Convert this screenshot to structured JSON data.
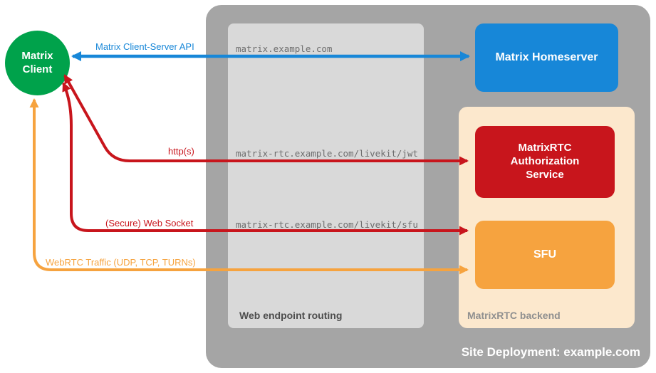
{
  "diagram": {
    "title": "Site Deployment: example.com",
    "client": {
      "label": "Matrix Client"
    },
    "homeserver": {
      "label": "Matrix Homeserver"
    },
    "auth_service": {
      "label": "MatrixRTC Authorization Service"
    },
    "sfu": {
      "label": "SFU"
    },
    "routing": {
      "label": "Web endpoint routing",
      "endpoints": {
        "homeserver": "matrix.example.com",
        "jwt": "matrix-rtc.example.com/livekit/jwt",
        "sfu": "matrix-rtc.example.com/livekit/sfu"
      }
    },
    "backend": {
      "label": "MatrixRTC backend"
    },
    "arrows": {
      "client_server_api": {
        "label": "Matrix Client-Server API",
        "color": "#1787d8",
        "direction": "bidirectional"
      },
      "https": {
        "label": "http(s)",
        "color": "#c8151c",
        "direction": "bidirectional"
      },
      "websocket": {
        "label": "(Secure) Web Socket",
        "color": "#c8151c",
        "direction": "bidirectional"
      },
      "webrtc": {
        "label": "WebRTC Traffic (UDP, TCP, TURNs)",
        "color": "#f6a33f",
        "direction": "bidirectional"
      }
    },
    "colors": {
      "client_green": "#00a24b",
      "homeserver_blue": "#1787d8",
      "auth_red": "#c8151c",
      "sfu_orange": "#f6a33f",
      "backend_peach": "#fce8cd",
      "site_gray": "#a5a5a5",
      "routing_gray": "#d9d9d9"
    }
  }
}
